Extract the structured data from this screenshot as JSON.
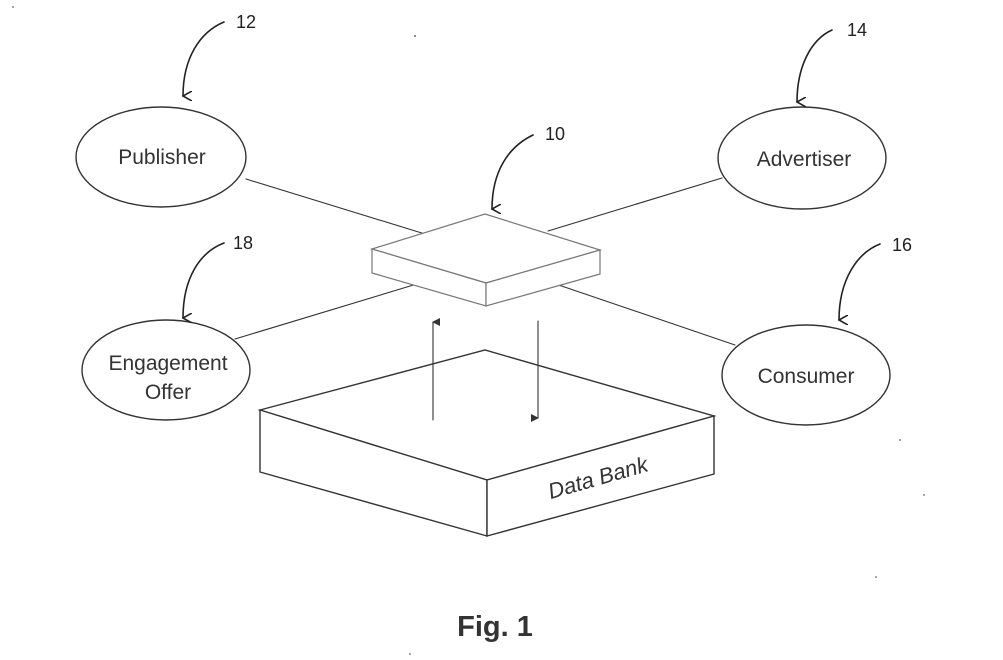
{
  "nodes": {
    "publisher": {
      "label": "Publisher",
      "ref": "12"
    },
    "advertiser": {
      "label": "Advertiser",
      "ref": "14"
    },
    "consumer": {
      "label": "Consumer",
      "ref": "16"
    },
    "engagement_offer": {
      "label_line1": "Engagement",
      "label_line2": "Offer",
      "ref": "18"
    },
    "central_platform": {
      "ref": "10"
    }
  },
  "data_bank": {
    "label": "Data Bank"
  },
  "caption": "Fig. 1",
  "colors": {
    "line": "#333333",
    "background": "#ffffff"
  }
}
